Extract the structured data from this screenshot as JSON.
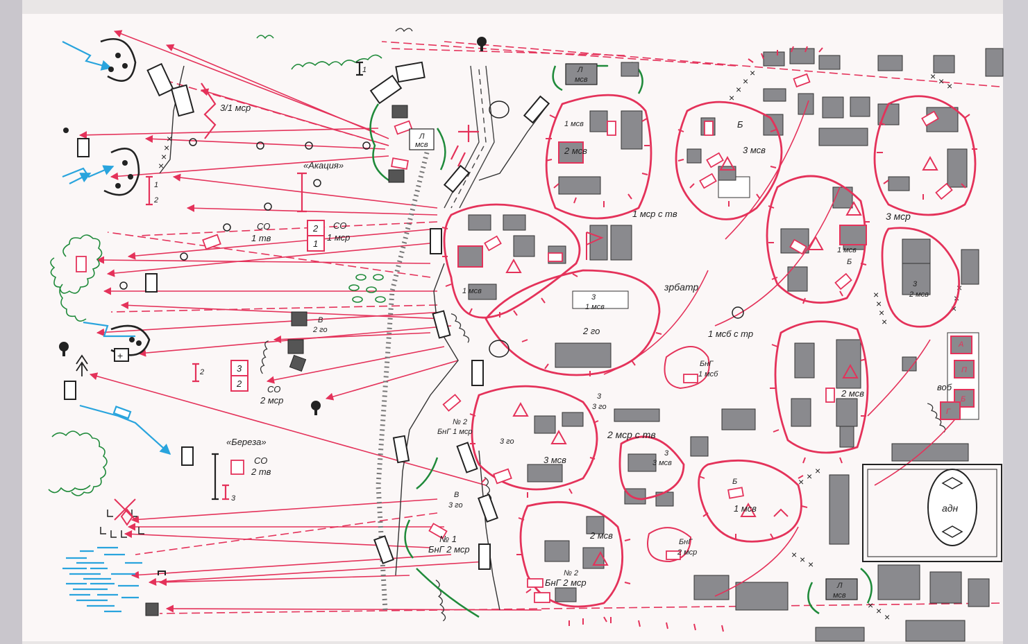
{
  "colors": {
    "background": "#e9e6e6",
    "paper": "#fbf7f7",
    "own_forces": "#e4325a",
    "green": "#1f8a3a",
    "blue": "#29a4dd",
    "building": "#8a8a8e",
    "ink": "#222222"
  },
  "icons": {
    "tree": "tree-icon",
    "tank": "tank-icon",
    "artillery": "artillery-icon",
    "barbed": "barbed-wire-icon",
    "flag": "flag-icon"
  },
  "labels": {
    "msr_3_1": "3/1 мср",
    "akatsiya": "«Акация»",
    "bereza": "«Береза»",
    "l_msv_top": "Л",
    "l_msv_top_sub": "мсв",
    "l_msv_left": "Л",
    "l_msv_left_sub": "мсв",
    "l_msv_bottom": "Л",
    "l_msv_bottom_sub": "мсв",
    "msv1_top": "1 мсв",
    "msv2_top": "2 мсв",
    "msv3_top": "3 мсв",
    "b_top": "Б",
    "msr1_te": "1 мср с тв",
    "msr3": "3 мср",
    "msv1_right": "1 мсв",
    "b_right": "Б",
    "msv2_right": "2 мсв",
    "msv1_left": "1 мсв",
    "zrbatr": "зрбатр",
    "g3_1msv_num": "3",
    "g3_1msv_den": "1 мсв",
    "go2": "2 го",
    "msb1_tr": "1 мсб с тр",
    "bng1msb_num": "БнГ",
    "bng1msb_den": "1 мсб",
    "g3_2msv_num": "3",
    "g3_2msv_den": "2 мсв",
    "vob": "воб",
    "vob_a": "А",
    "vob_p": "П",
    "vob_b": "Б",
    "vob_g": "Г",
    "so_1te_num": "СО",
    "so_1te_den": "1 тв",
    "so_1msr_num": "СО",
    "so_1msr_den": "1 мср",
    "box_2": "2",
    "box_1": "1",
    "v2go_num": "В",
    "v2go_den": "2 го",
    "so_2msr_num": "СО",
    "so_2msr_den": "2 мср",
    "box_3": "3",
    "box_2b": "2",
    "so_2te_num": "СО",
    "so_2te_den": "2 тв",
    "n2_num": "№ 2",
    "n2_den": "БнГ 1 мср",
    "g3_3go_num": "3",
    "g3_3go_den": "3 го",
    "go3": "3 го",
    "msv3_mid": "3 мсв",
    "msr2_te": "2 мср с тв",
    "g3_3msv_num": "3",
    "g3_3msv_den": "3 мсв",
    "b_bottom": "Б",
    "msv1_bottom": "1 мсв",
    "bng2msr_num": "БнГ",
    "bng2msr_den": "2 мср",
    "v3go_num": "В",
    "v3go_den": "3 го",
    "n1_num": "№ 1",
    "n1_den": "БнГ 2 мср",
    "msv2_bottom": "2 мсв",
    "n2b_num": "№ 2",
    "n2b_den": "БнГ 2 мср",
    "adn": "адн",
    "num_1a": "1",
    "num_1b": "1",
    "num_2a": "2",
    "num_2b": "2",
    "num_3": "3"
  }
}
